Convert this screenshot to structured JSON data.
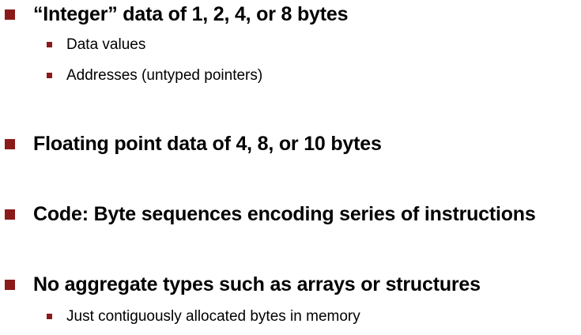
{
  "colors": {
    "bullet": "#8b1a1a",
    "text": "#000000",
    "background": "#ffffff"
  },
  "bullets": [
    {
      "text": "“Integer” data of 1, 2, 4, or 8 bytes",
      "sub": [
        {
          "text": "Data values"
        },
        {
          "text": "Addresses (untyped pointers)"
        }
      ]
    },
    {
      "text": "Floating point data of 4, 8, or 10 bytes",
      "sub": []
    },
    {
      "text": "Code: Byte sequences encoding series of instructions",
      "sub": []
    },
    {
      "text": "No aggregate types such as arrays or structures",
      "sub": [
        {
          "text": "Just contiguously allocated bytes in memory"
        }
      ]
    }
  ]
}
